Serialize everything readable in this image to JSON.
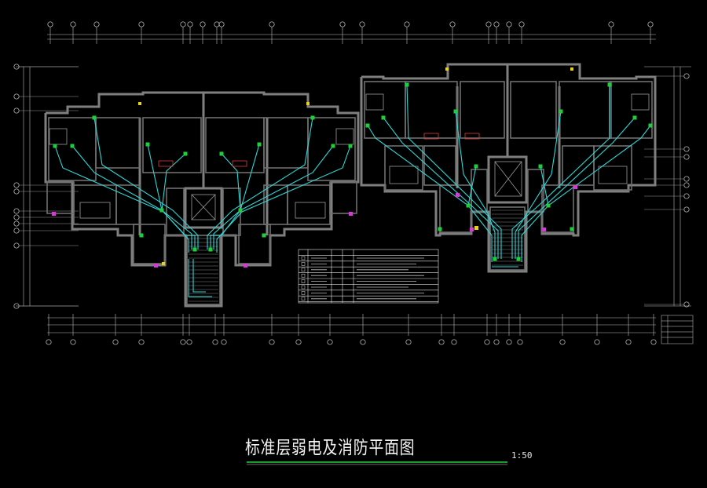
{
  "drawing": {
    "title": "标准层弱电及消防平面图",
    "scale": "1:50"
  },
  "colors": {
    "background": "#000000",
    "wall": "#7f7f7f",
    "wall_fill": "#2a2a2a",
    "line_white": "#e6e6e6",
    "cyan": "#2fd6d6",
    "green": "#1fcf3a",
    "magenta": "#d23cd2",
    "yellow": "#e6d21e",
    "red": "#e03a3a",
    "title_underline": "#1fcf3a"
  },
  "icons": {
    "grid_bubble": "circle-grid-marker",
    "device": "green-square-device"
  }
}
